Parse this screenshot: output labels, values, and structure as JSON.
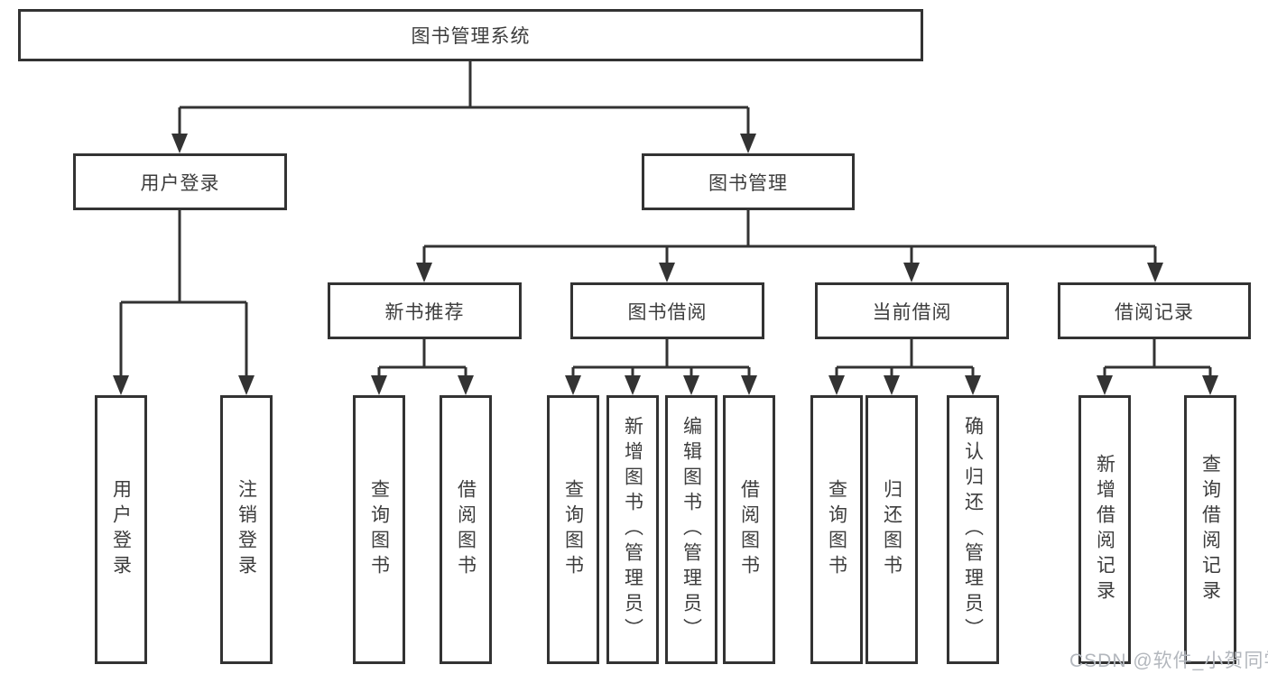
{
  "diagram": {
    "root": "图书管理系统",
    "branches": {
      "user_login": {
        "label": "用户登录",
        "children": [
          "用户登录",
          "注销登录"
        ]
      },
      "book_management": {
        "label": "图书管理",
        "sections": [
          {
            "label": "新书推荐",
            "children": [
              "查询图书",
              "借阅图书"
            ]
          },
          {
            "label": "图书借阅",
            "children": [
              "查询图书",
              "新增图书（管理员）",
              "编辑图书（管理员）",
              "借阅图书"
            ]
          },
          {
            "label": "当前借阅",
            "children": [
              "查询图书",
              "归还图书",
              "确认归还（管理员）"
            ]
          },
          {
            "label": "借阅记录",
            "children": [
              "新增借阅记录",
              "查询借阅记录"
            ]
          }
        ]
      }
    },
    "colors": {
      "line": "#333333",
      "text": "#3d3d3d",
      "watermark": "#b3b7bd"
    },
    "watermark": "CSDN @软件_小贺同学"
  }
}
